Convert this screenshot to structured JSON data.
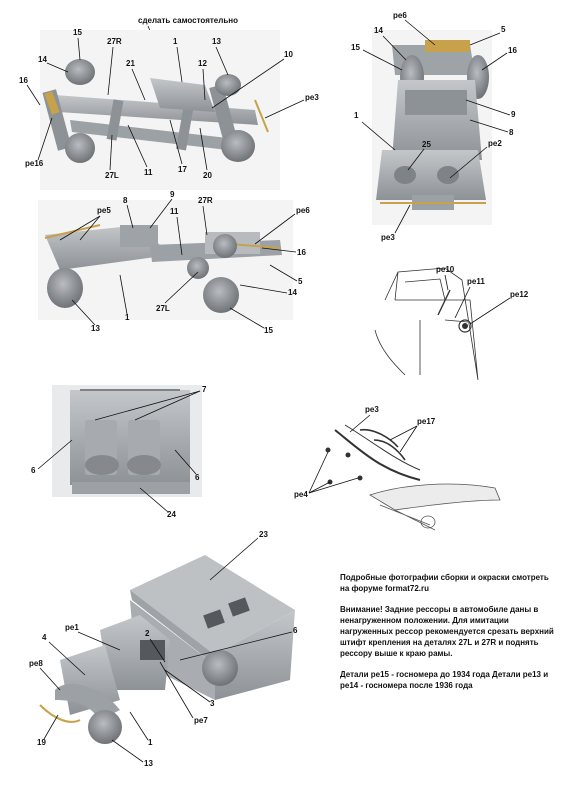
{
  "top_note": "сделать самостоятельно",
  "panels": {
    "chassis_top": {
      "labels": [
        "15",
        "27R",
        "1",
        "13",
        "14",
        "21",
        "12",
        "10",
        "16",
        "ре3",
        "ре16",
        "27L",
        "11",
        "17",
        "20"
      ]
    },
    "chassis_front": {
      "labels": [
        "ре6",
        "5",
        "14",
        "15",
        "16",
        "1",
        "9",
        "8",
        "25",
        "ре2",
        "ре3"
      ]
    },
    "chassis_side": {
      "labels": [
        "ре5",
        "8",
        "9",
        "11",
        "27R",
        "ре6",
        "16",
        "5",
        "14",
        "15",
        "13",
        "1",
        "27L"
      ]
    },
    "cab_detail": {
      "labels": [
        "ре10",
        "ре11",
        "ре12"
      ]
    },
    "seat_part": {
      "labels": [
        "7",
        "6",
        "6",
        "24"
      ]
    },
    "bumper_detail": {
      "labels": [
        "ре3",
        "ре17",
        "ре4"
      ]
    },
    "truck_assembled": {
      "labels": [
        "23",
        "6",
        "ре1",
        "2",
        "4",
        "ре8",
        "ре7",
        "3",
        "19",
        "1",
        "13"
      ]
    }
  },
  "notes": {
    "forum": "Подробные фотографии сборки и окраски смотреть на форуме format72.ru",
    "warning": "Внимание! Задние рессоры в автомобиле даны в ненагруженном положении. Для имитации нагруженных рессор рекомендуется срезать верхний штифт крепления на деталях 27L и 27R и поднять рессору выше к краю рамы.",
    "plates": "Детали ре15 - госномера до 1934 года Детали ре13 и ре14 - госномера после 1936 года"
  },
  "colors": {
    "model_grey": "#a9adb1",
    "model_dark": "#7e8388",
    "photo_bg": "#ffffff",
    "label": "#111111",
    "etch_gold": "#c8a24a"
  }
}
